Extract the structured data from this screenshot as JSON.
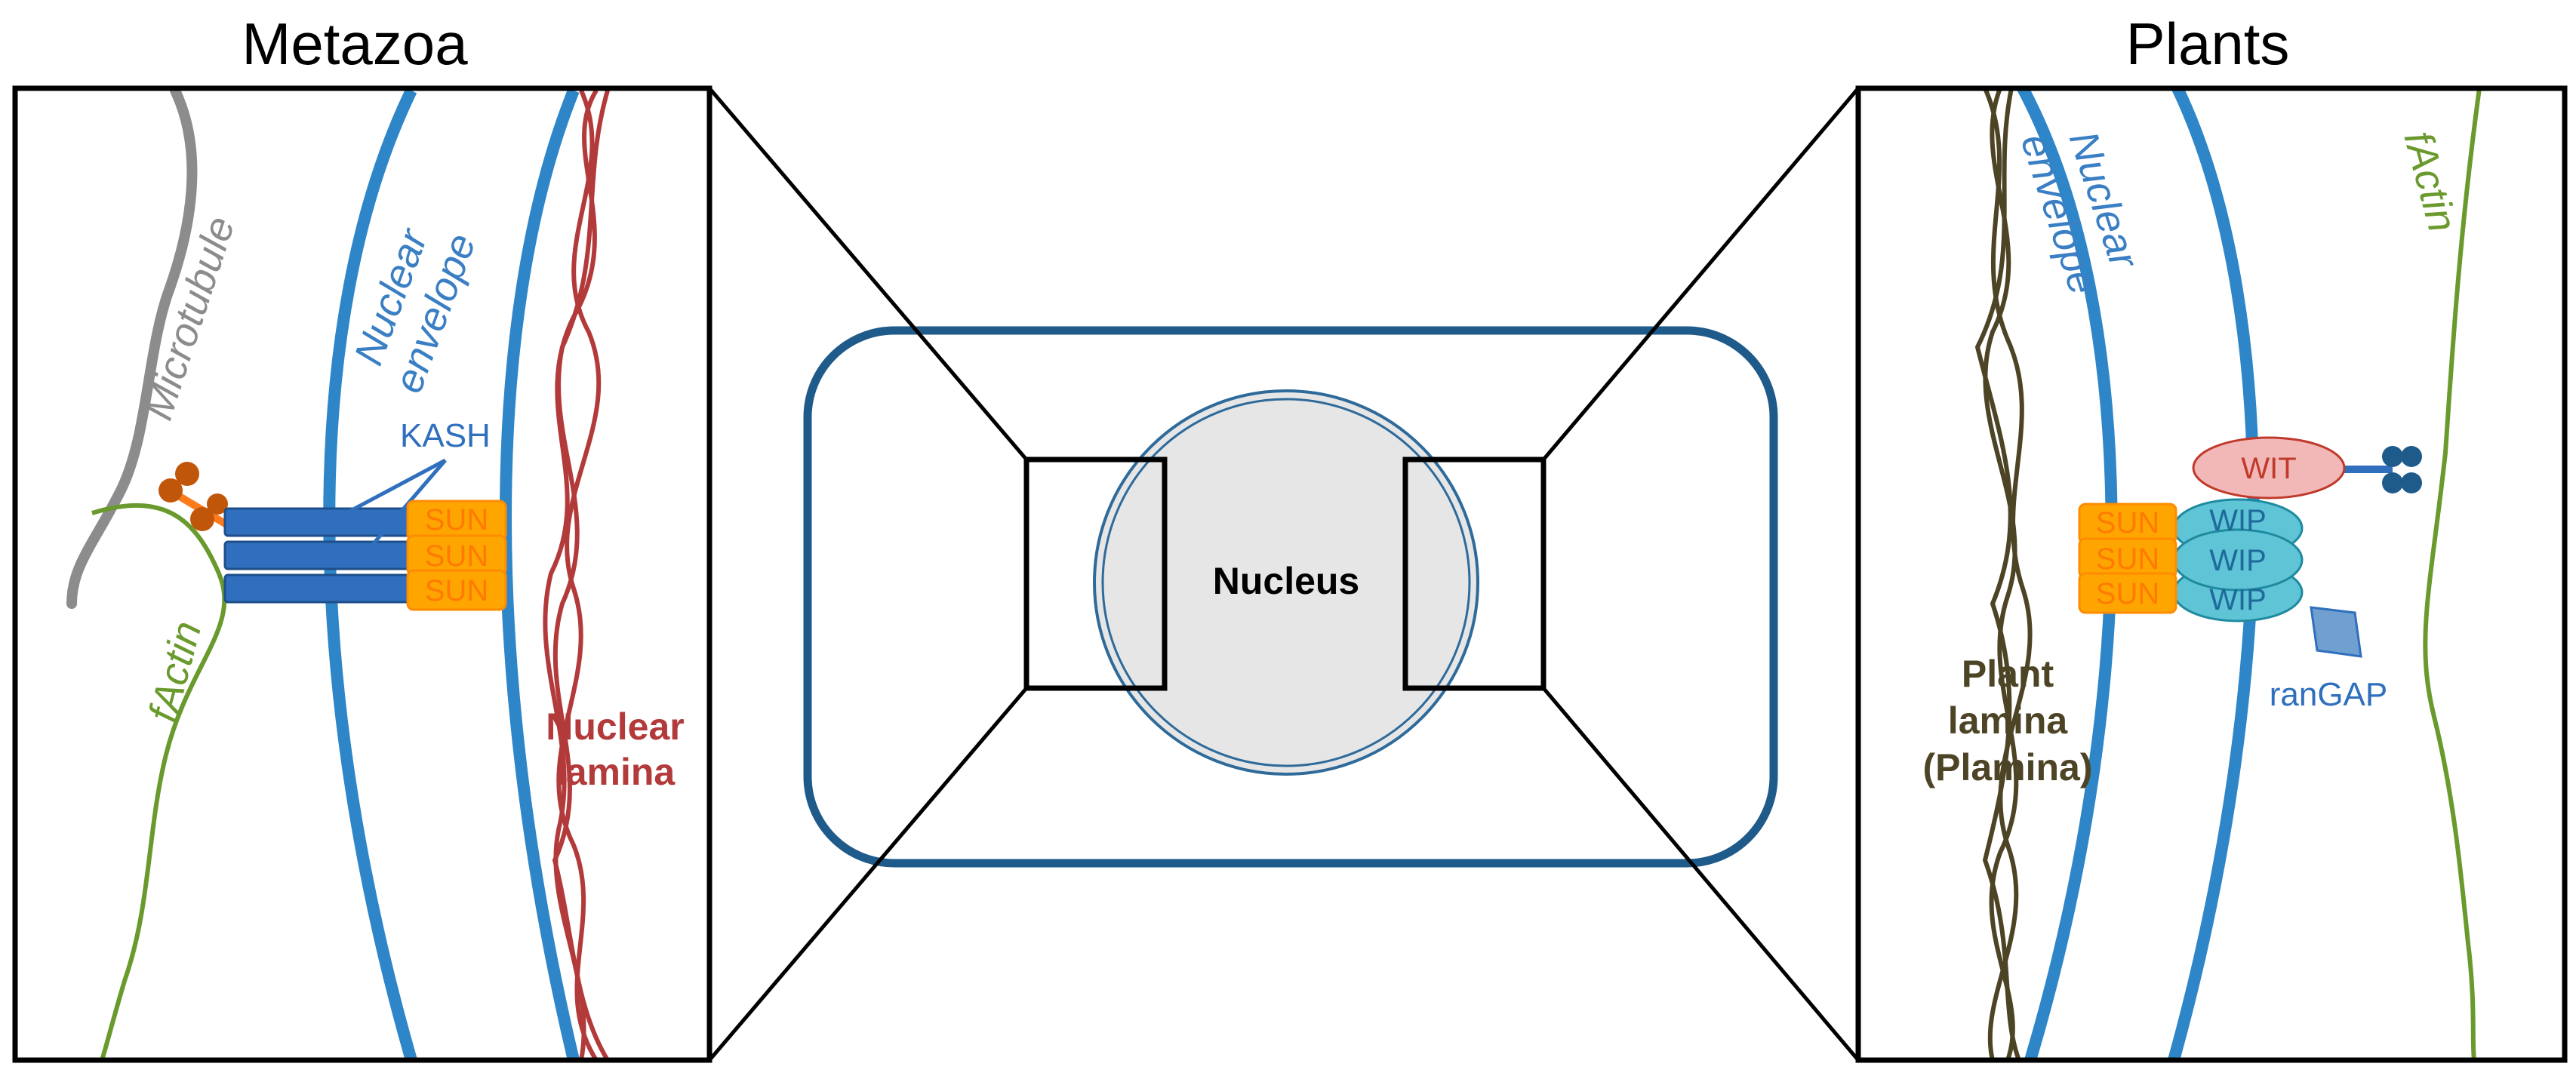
{
  "titles": {
    "left": "Metazoa",
    "right": "Plants"
  },
  "center": {
    "nucleus_label": "Nucleus"
  },
  "metazoa": {
    "microtubule": "Microtubule",
    "envelope_line1": "Nuclear",
    "envelope_line2": "envelope",
    "kash": "KASH",
    "sun_labels": [
      "SUN",
      "SUN",
      "SUN"
    ],
    "factin": "fActin",
    "lamina_line1": "Nuclear",
    "lamina_line2": "lamina"
  },
  "plants": {
    "envelope_line1": "Nuclear",
    "envelope_line2": "envelope",
    "factin": "fActin",
    "wit": "WIT",
    "wip_labels": [
      "WIP",
      "WIP",
      "WIP"
    ],
    "sun_labels": [
      "SUN",
      "SUN",
      "SUN"
    ],
    "rangap": "ranGAP",
    "lamina_line1": "Plant",
    "lamina_line2": "lamina",
    "lamina_line3": "(Plamina)"
  },
  "colors": {
    "envelope": "#2e86c8",
    "envelope_text": "#3a7fc4",
    "lamina": "#b33a3a",
    "microtubule": "#8c8c8c",
    "factin": "#6a9a2e",
    "kash": "#2f6fbd",
    "sun_fill": "#ffa500",
    "sun_text": "#ff7a00",
    "wip_fill": "#5fc4d6",
    "wit_fill": "#f2b8b8",
    "cell_outline": "#1e5a8a",
    "nucleus_fill": "#e6e6e6",
    "plant_lamina": "#4d4426",
    "rangap_fill": "#6fa0d0",
    "motor": "#c0560a"
  }
}
